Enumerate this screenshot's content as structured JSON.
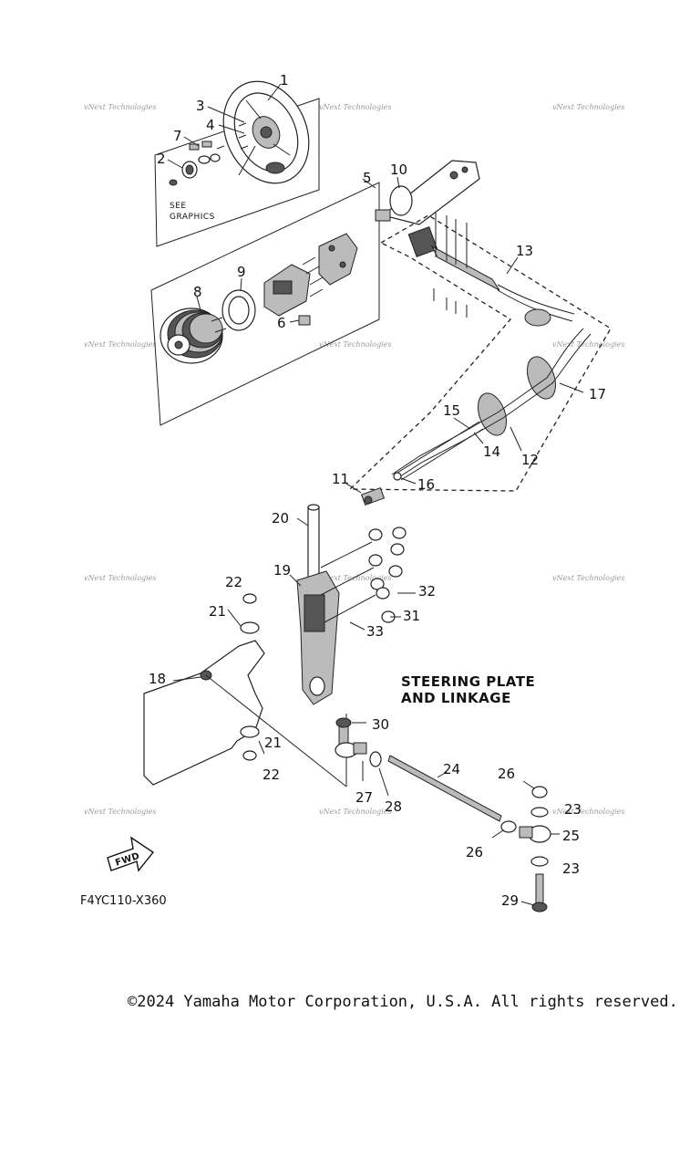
{
  "title_lines": [
    "STEERING PLATE",
    "AND LINKAGE"
  ],
  "diagram_code": "F4YC110-X360",
  "see_graphics_note": [
    "SEE",
    "GRAPHICS"
  ],
  "fwd_label": "FWD",
  "watermark_text": "vNext Technologies",
  "callouts": {
    "c1": "1",
    "c2": "2",
    "c3": "3",
    "c4": "4",
    "c5": "5",
    "c6": "6",
    "c7": "7",
    "c8": "8",
    "c9": "9",
    "c10": "10",
    "c11": "11",
    "c12": "12",
    "c13": "13",
    "c14": "14",
    "c15": "15",
    "c16": "16",
    "c17": "17",
    "c18": "18",
    "c19": "19",
    "c20": "20",
    "c21a": "21",
    "c21b": "21",
    "c22a": "22",
    "c22b": "22",
    "c23a": "23",
    "c23b": "23",
    "c24": "24",
    "c25": "25",
    "c26a": "26",
    "c26b": "26",
    "c27": "27",
    "c28": "28",
    "c29": "29",
    "c30": "30",
    "c31": "31",
    "c32": "32",
    "c33": "33"
  },
  "copyright": "©2024 Yamaha Motor Corporation, U.S.A. All rights reserved."
}
